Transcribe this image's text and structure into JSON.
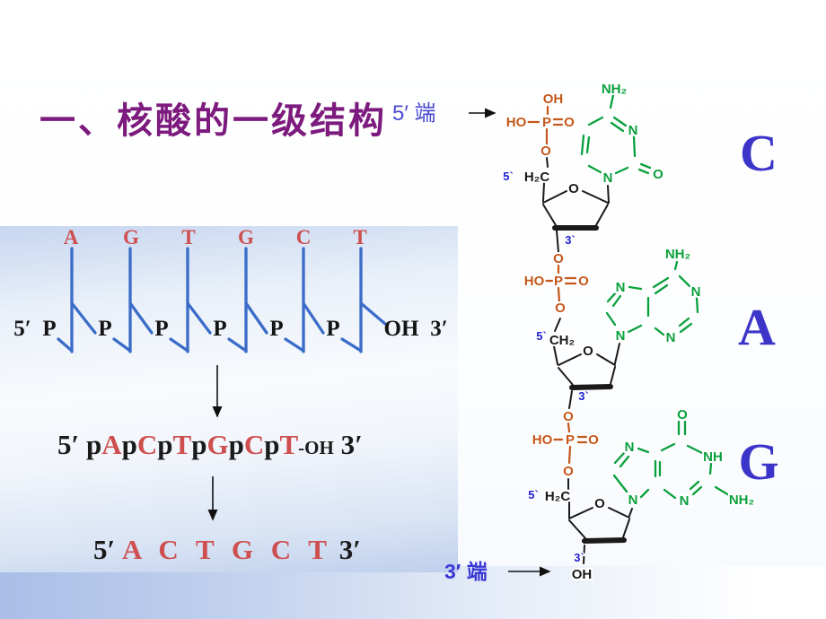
{
  "title": "一、核酸的一级结构",
  "end_labels": {
    "five": "5′ 端",
    "three": "3′ 端"
  },
  "panel": {
    "bases": [
      "A",
      "G",
      "T",
      "G",
      "C",
      "T"
    ],
    "p": "P",
    "five_prime": "5′",
    "three_prime": "3′",
    "oh": "OH",
    "condensed": [
      {
        "t": "5′  ",
        "c": "k"
      },
      {
        "t": "p",
        "c": "k"
      },
      {
        "t": "A",
        "c": "r"
      },
      {
        "t": "p",
        "c": "k"
      },
      {
        "t": "C",
        "c": "r"
      },
      {
        "t": "p",
        "c": "k"
      },
      {
        "t": "T",
        "c": "r"
      },
      {
        "t": "p",
        "c": "k"
      },
      {
        "t": "G",
        "c": "r"
      },
      {
        "t": "p",
        "c": "k"
      },
      {
        "t": "C",
        "c": "r"
      },
      {
        "t": "p",
        "c": "k"
      },
      {
        "t": "T",
        "c": "r"
      },
      {
        "t": "-OH",
        "c": "s"
      },
      {
        "t": " 3′",
        "c": "k"
      }
    ],
    "final_seq": [
      {
        "t": "5′ ",
        "c": "k"
      },
      {
        "t": "A C T G C T",
        "c": "r2"
      },
      {
        "t": " 3′",
        "c": "k"
      }
    ]
  },
  "structure": {
    "big_letters": [
      "C",
      "A",
      "G"
    ],
    "atoms": {
      "OH": "OH",
      "HO": "HO",
      "P": "P",
      "O": "O",
      "N": "N",
      "NH": "NH",
      "NH2": "NH₂",
      "H2C": "H₂C",
      "CH2": "CH₂",
      "p5": "5`",
      "p3": "3`"
    }
  },
  "colors": {
    "title_purple": "#7d1a7d",
    "sequence_red": "#cd4f4f",
    "backbone_blue": "#3a6cc8",
    "phosphate_orange": "#c4571a",
    "base_green": "#0aa03c",
    "prime_label_blue": "#1f1fd0",
    "big_letter_blue": "#3c35c9",
    "end_label_blue": "#4a4ad0",
    "panel_blue": "#c7d6f0",
    "text_black": "#1a1a1a"
  }
}
